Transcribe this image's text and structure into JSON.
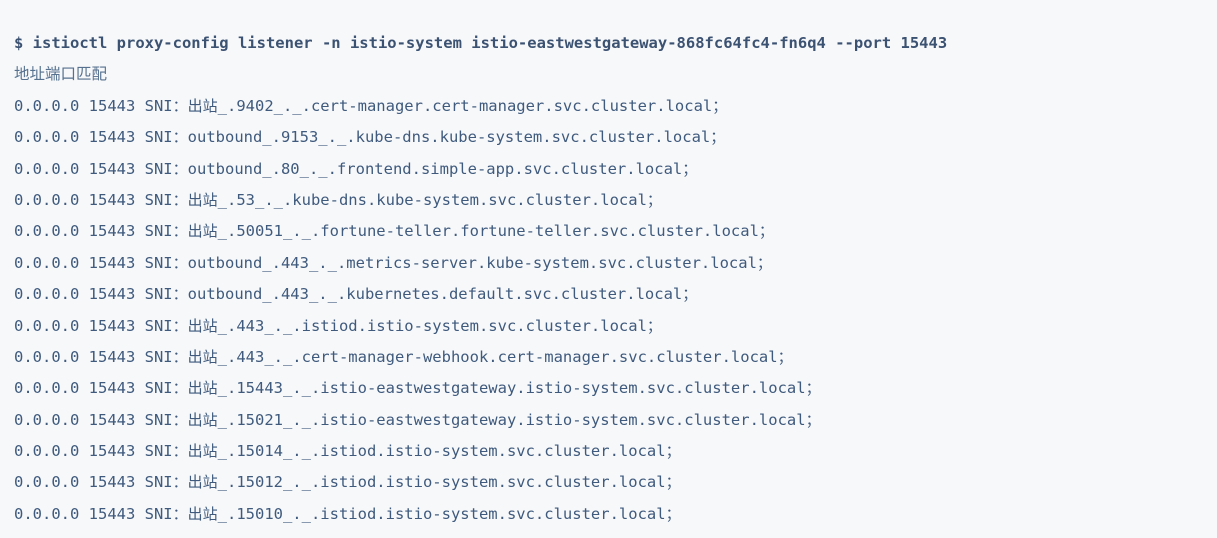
{
  "terminal": {
    "prompt": "$",
    "command": "istioctl proxy-config listener -n istio-system istio-eastwestgateway-868fc64fc4-fn6q4 --port 15443",
    "command_line": "$ istioctl proxy-config listener -n istio-system istio-eastwestgateway-868fc64fc4-fn6q4 --port 15443",
    "text_color": "#3f5a7d",
    "background_color": "#f7f8fa"
  },
  "table": {
    "header": "地址端口匹配",
    "header_columns": [
      "地址",
      "端口",
      "匹配"
    ],
    "separator_colon": "：",
    "line_terminator": "；",
    "sni_label": "SNI",
    "rows": [
      {
        "address": "0.0.0.0",
        "port": "15443",
        "label": "SNI",
        "direction": "出站",
        "match": "出站_.9402_._.cert-manager.cert-manager.svc.cluster.local",
        "service_port": "9402",
        "service": "cert-manager.cert-manager.svc.cluster.local",
        "text": "0.0.0.0 15443 SNI：出站_.9402_._.cert-manager.cert-manager.svc.cluster.local；"
      },
      {
        "address": "0.0.0.0",
        "port": "15443",
        "label": "SNI",
        "direction": "outbound",
        "match": "outbound_.9153_._.kube-dns.kube-system.svc.cluster.local",
        "service_port": "9153",
        "service": "kube-dns.kube-system.svc.cluster.local",
        "text": "0.0.0.0 15443 SNI：outbound_.9153_._.kube-dns.kube-system.svc.cluster.local；"
      },
      {
        "address": "0.0.0.0",
        "port": "15443",
        "label": "SNI",
        "direction": "outbound",
        "match": "outbound_.80_._.frontend.simple-app.svc.cluster.local",
        "service_port": "80",
        "service": "frontend.simple-app.svc.cluster.local",
        "text": "0.0.0.0 15443 SNI：outbound_.80_._.frontend.simple-app.svc.cluster.local；"
      },
      {
        "address": "0.0.0.0",
        "port": "15443",
        "label": "SNI",
        "direction": "出站",
        "match": "出站_.53_._.kube-dns.kube-system.svc.cluster.local",
        "service_port": "53",
        "service": "kube-dns.kube-system.svc.cluster.local",
        "text": "0.0.0.0 15443 SNI：出站_.53_._.kube-dns.kube-system.svc.cluster.local；"
      },
      {
        "address": "0.0.0.0",
        "port": "15443",
        "label": "SNI",
        "direction": "出站",
        "match": "出站_.50051_._.fortune-teller.fortune-teller.svc.cluster.local",
        "service_port": "50051",
        "service": "fortune-teller.fortune-teller.svc.cluster.local",
        "text": "0.0.0.0 15443 SNI：出站_.50051_._.fortune-teller.fortune-teller.svc.cluster.local；"
      },
      {
        "address": "0.0.0.0",
        "port": "15443",
        "label": "SNI",
        "direction": "outbound",
        "match": "outbound_.443_._.metrics-server.kube-system.svc.cluster.local",
        "service_port": "443",
        "service": "metrics-server.kube-system.svc.cluster.local",
        "text": "0.0.0.0 15443 SNI：outbound_.443_._.metrics-server.kube-system.svc.cluster.local；"
      },
      {
        "address": "0.0.0.0",
        "port": "15443",
        "label": "SNI",
        "direction": "outbound",
        "match": "outbound_.443_._.kubernetes.default.svc.cluster.local",
        "service_port": "443",
        "service": "kubernetes.default.svc.cluster.local",
        "text": "0.0.0.0 15443 SNI：outbound_.443_._.kubernetes.default.svc.cluster.local；"
      },
      {
        "address": "0.0.0.0",
        "port": "15443",
        "label": "SNI",
        "direction": "出站",
        "match": "出站_.443_._.istiod.istio-system.svc.cluster.local",
        "service_port": "443",
        "service": "istiod.istio-system.svc.cluster.local",
        "text": "0.0.0.0 15443 SNI：出站_.443_._.istiod.istio-system.svc.cluster.local；"
      },
      {
        "address": "0.0.0.0",
        "port": "15443",
        "label": "SNI",
        "direction": "出站",
        "match": "出站_.443_._.cert-manager-webhook.cert-manager.svc.cluster.local",
        "service_port": "443",
        "service": "cert-manager-webhook.cert-manager.svc.cluster.local",
        "text": "0.0.0.0 15443 SNI：出站_.443_._.cert-manager-webhook.cert-manager.svc.cluster.local；"
      },
      {
        "address": "0.0.0.0",
        "port": "15443",
        "label": "SNI",
        "direction": "出站",
        "match": "出站_.15443_._.istio-eastwestgateway.istio-system.svc.cluster.local",
        "service_port": "15443",
        "service": "istio-eastwestgateway.istio-system.svc.cluster.local",
        "text": "0.0.0.0 15443 SNI：出站_.15443_._.istio-eastwestgateway.istio-system.svc.cluster.local；"
      },
      {
        "address": "0.0.0.0",
        "port": "15443",
        "label": "SNI",
        "direction": "出站",
        "match": "出站_.15021_._.istio-eastwestgateway.istio-system.svc.cluster.local",
        "service_port": "15021",
        "service": "istio-eastwestgateway.istio-system.svc.cluster.local",
        "text": "0.0.0.0 15443 SNI：出站_.15021_._.istio-eastwestgateway.istio-system.svc.cluster.local；"
      },
      {
        "address": "0.0.0.0",
        "port": "15443",
        "label": "SNI",
        "direction": "出站",
        "match": "出站_.15014_._.istiod.istio-system.svc.cluster.local",
        "service_port": "15014",
        "service": "istiod.istio-system.svc.cluster.local",
        "text": "0.0.0.0 15443 SNI：出站_.15014_._.istiod.istio-system.svc.cluster.local；"
      },
      {
        "address": "0.0.0.0",
        "port": "15443",
        "label": "SNI",
        "direction": "出站",
        "match": "出站_.15012_._.istiod.istio-system.svc.cluster.local",
        "service_port": "15012",
        "service": "istiod.istio-system.svc.cluster.local",
        "text": "0.0.0.0 15443 SNI：出站_.15012_._.istiod.istio-system.svc.cluster.local；"
      },
      {
        "address": "0.0.0.0",
        "port": "15443",
        "label": "SNI",
        "direction": "出站",
        "match": "出站_.15010_._.istiod.istio-system.svc.cluster.local",
        "service_port": "15010",
        "service": "istiod.istio-system.svc.cluster.local",
        "text": "0.0.0.0 15443 SNI：出站_.15010_._.istiod.istio-system.svc.cluster.local；"
      }
    ]
  }
}
